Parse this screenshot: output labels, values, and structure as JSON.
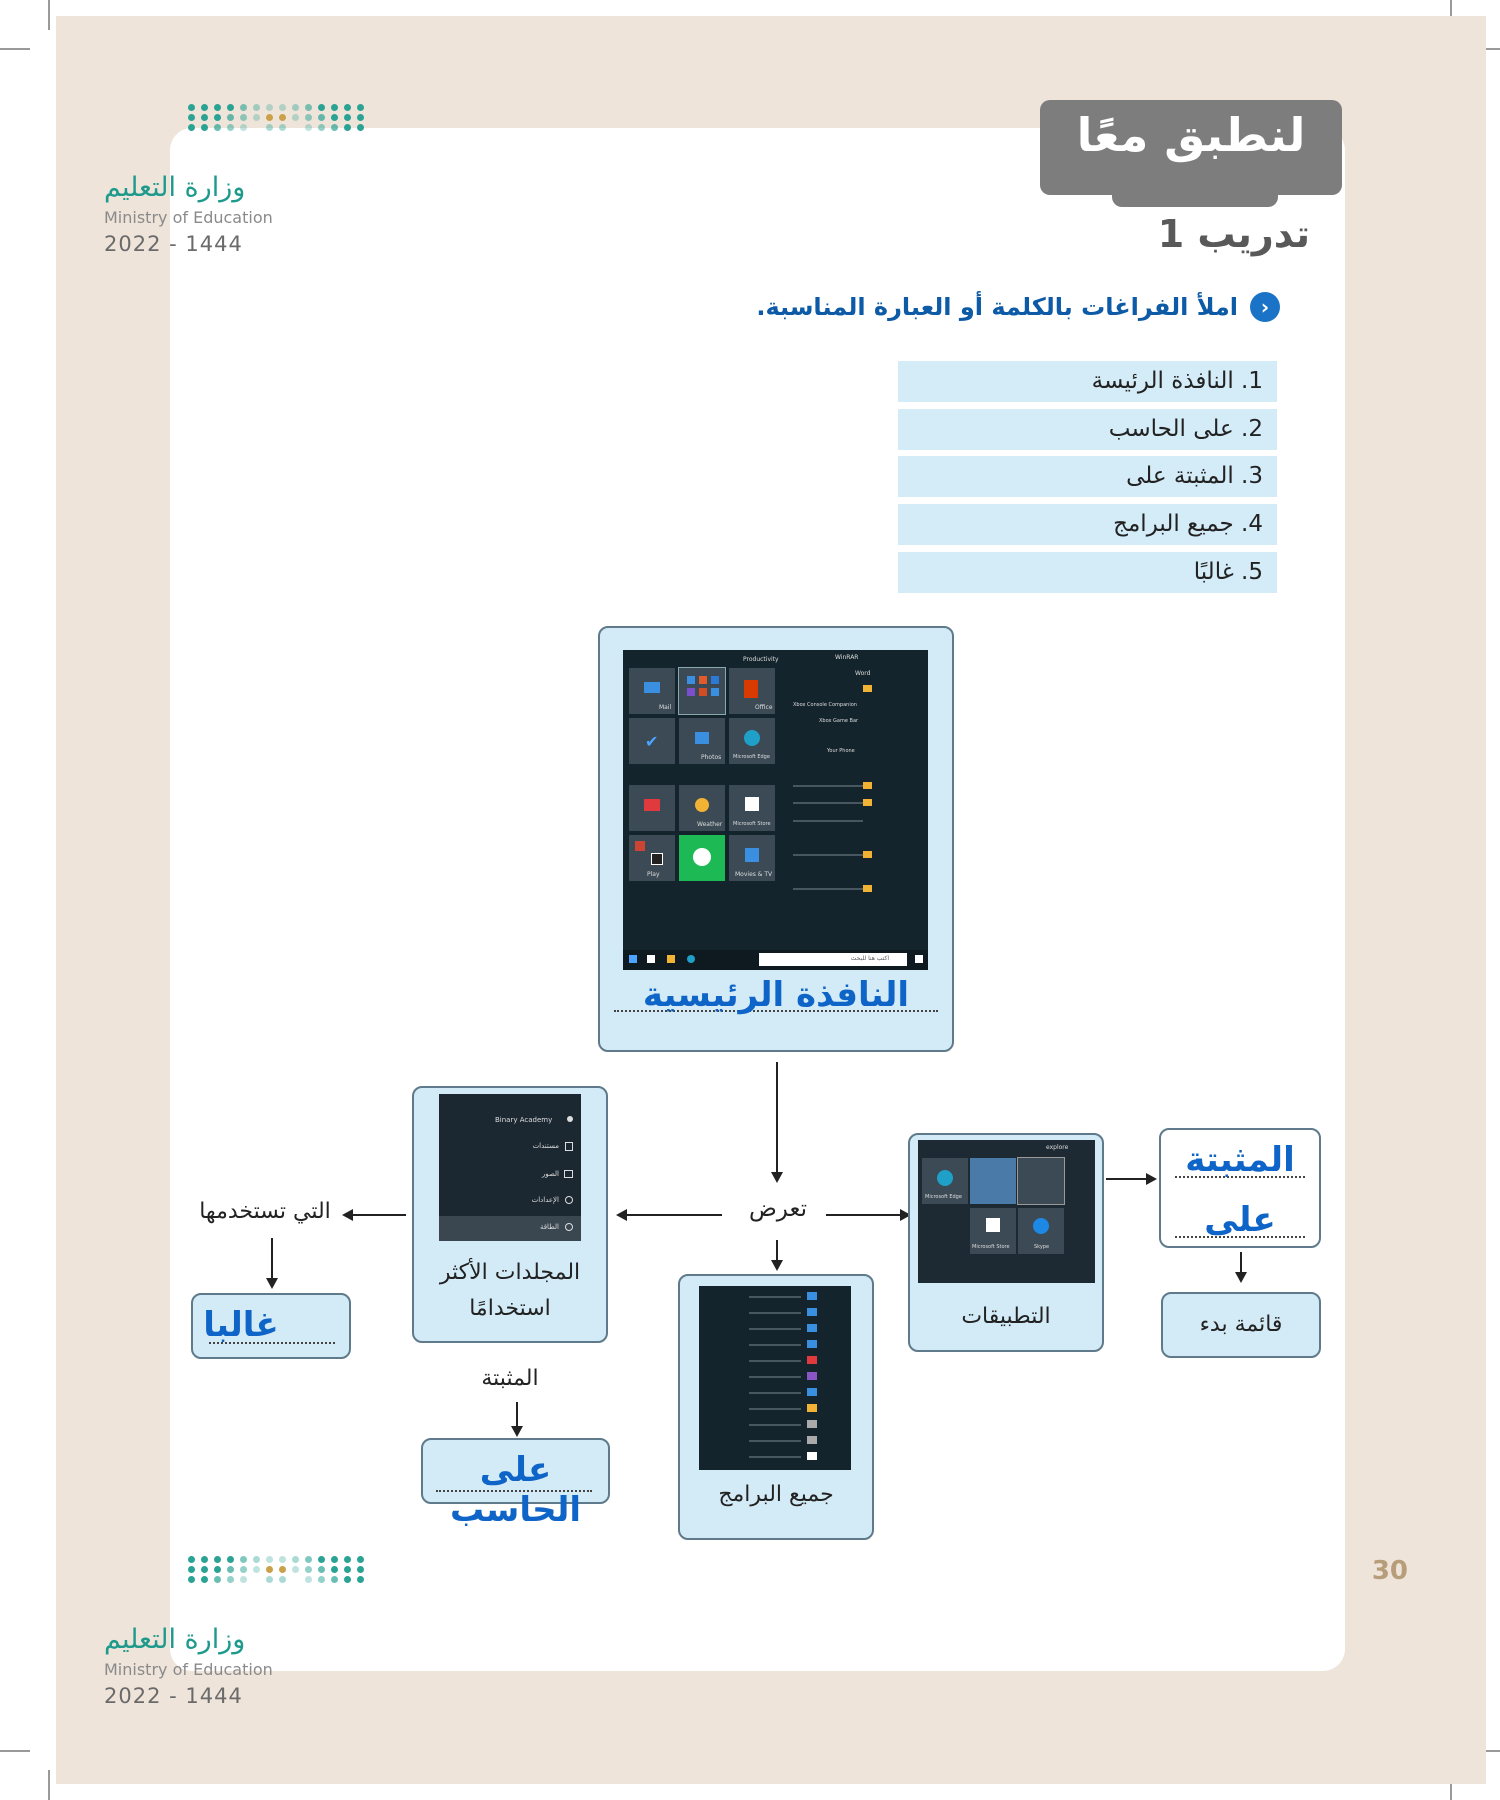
{
  "header": {
    "title": "لنطبق معًا",
    "training": "تدريب 1"
  },
  "instruction": "املأ الفراغات بالكلمة أو العبارة المناسبة.",
  "word_bank": [
    "1. النافذة الرئيسة",
    "2. على الحاسب",
    "3. المثبتة على",
    "4. جميع البرامج",
    "5. غالبًا"
  ],
  "ministry": {
    "arabic": "وزارة التعليم",
    "english": "Ministry of Education",
    "year": "2022 - 1444"
  },
  "diagram": {
    "main_answer": "النافذة الرئيسية",
    "center_label": "تعرض",
    "apps_caption": "التطبيقات",
    "all_programs_caption": "جميع البرامج",
    "folders_caption_1": "المجلدات الأكثر",
    "folders_caption_2": "استخدامًا",
    "pinned_answer_1": "المثبتة",
    "pinned_answer_2": "على",
    "start_menu": "قائمة بدء",
    "you_use": "التي تستخدمها",
    "often_answer": "غالبا",
    "pinned_label": "المثبتة",
    "pc_answer": "على الحاسب",
    "explore": "explore",
    "edge": "Microsoft Edge",
    "store": "Microsoft Store",
    "skype": "Skype",
    "binary_academy": "Binary Academy",
    "documents": "مستندات",
    "pictures": "الصور",
    "settings": "الإعدادات",
    "power": "الطاقة",
    "search_placeholder": "اكتب هنا للبحث",
    "productivity": "Productivity",
    "mail": "Mail",
    "office": "Office",
    "photos": "Photos",
    "weather": "Weather",
    "movies": "Movies & TV",
    "play": "Play",
    "winrar": "WinRAR",
    "word": "Word",
    "xbox_companion": "Xbox Console Companion",
    "xbox_game_bar": "Xbox Game Bar",
    "your_phone": "Your Phone"
  },
  "page_number": "30"
}
